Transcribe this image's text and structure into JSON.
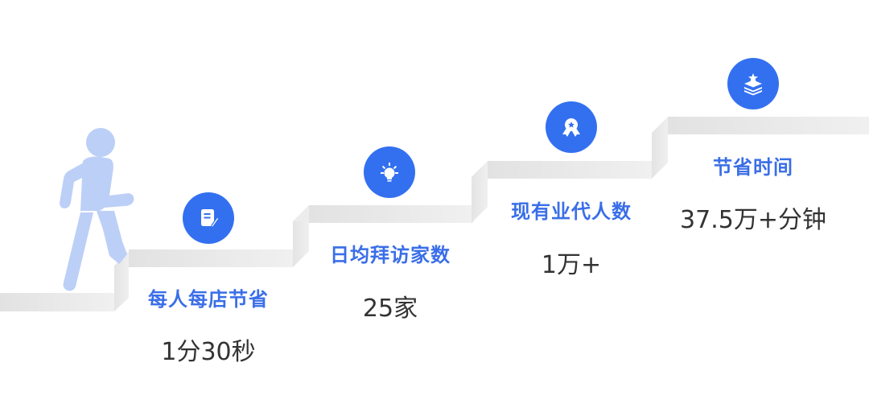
{
  "colors": {
    "accent": "#3370f0",
    "label": "#3a6ee8",
    "value": "#333333",
    "figure": "#b9cdf7",
    "stair_top": "#f1f1f1",
    "stair_front": "#e6e6e6",
    "stair_riser": "#dcdcdc"
  },
  "figure": {
    "icon": "person-climbing-stairs-icon"
  },
  "steps": [
    {
      "icon": "document-edit-icon",
      "label": "每人每店节省",
      "value": "1分30秒"
    },
    {
      "icon": "lightbulb-icon",
      "label": "日均拜访家数",
      "value": "25家"
    },
    {
      "icon": "award-medal-icon",
      "label": "现有业代人数",
      "value": "1万+"
    },
    {
      "icon": "layers-star-icon",
      "label": "节省时间",
      "value": "37.5万+分钟"
    }
  ]
}
